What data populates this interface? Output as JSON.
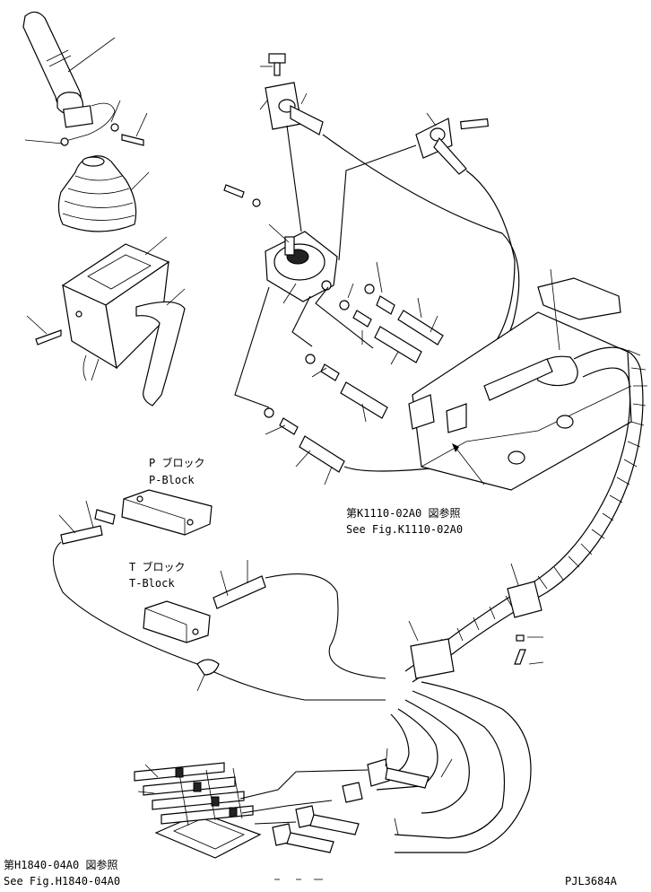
{
  "labels": {
    "p_block_jp": "P ブロック",
    "p_block_en": "P-Block",
    "t_block_jp": "T ブロック",
    "t_block_en": "T-Block",
    "ref_k1110_jp": "第K1110-02A0 図参照",
    "ref_k1110_en": "See Fig.K1110-02A0",
    "ref_h1840_jp": "第H1840-04A0 図参照",
    "ref_h1840_en": "See Fig.H1840-04A0",
    "drawing_code": "PJL3684A"
  },
  "components": [
    "control-lever",
    "lever-boot",
    "lever-cover-box",
    "pilot-valve",
    "hose-fittings",
    "mounting-bracket",
    "spiral-hose-wrap",
    "p-block",
    "t-block",
    "control-valve-assembly"
  ]
}
